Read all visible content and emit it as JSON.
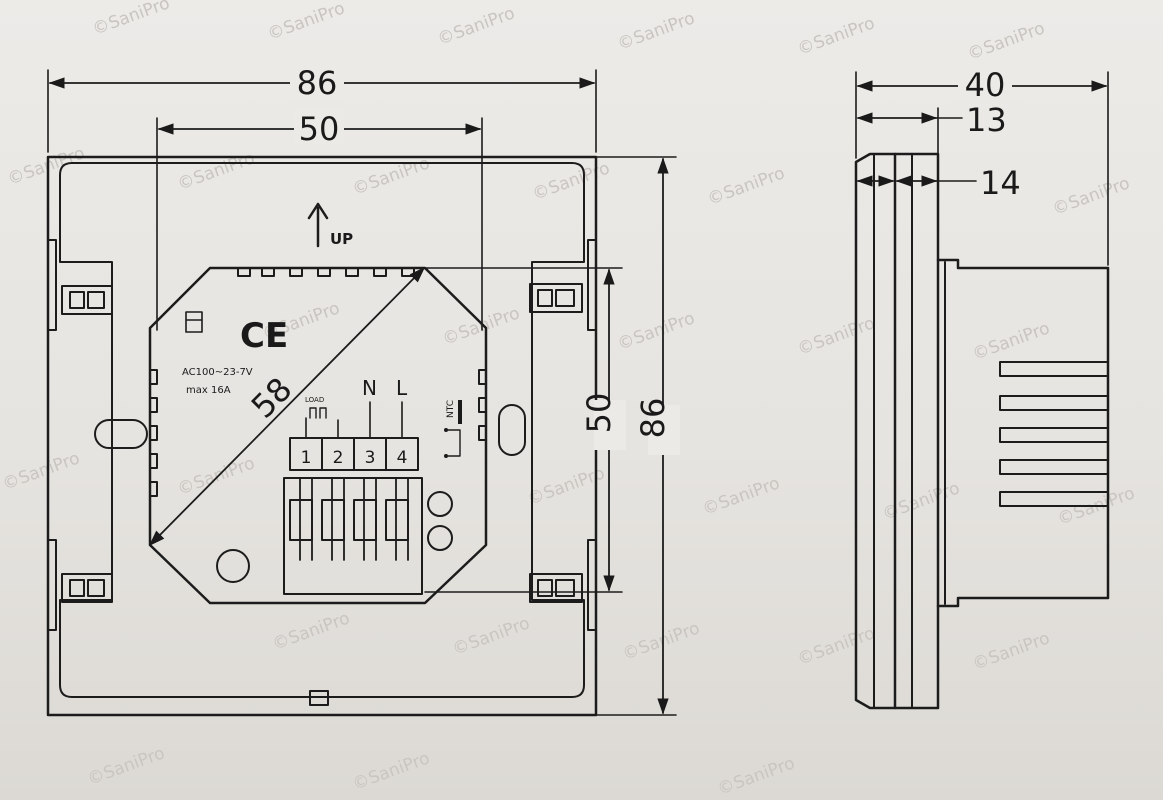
{
  "watermark": "©SaniPro",
  "front_view": {
    "width": "86",
    "inner_width": "50",
    "height": "86",
    "inner_height": "50",
    "diagonal": "58",
    "up_label": "UP",
    "ce_mark": "CE",
    "ratings_line1": "AC100~23-7V",
    "ratings_line2": "max 16A",
    "ntc_label": "NTC",
    "n_label": "N",
    "l_label": "L",
    "load_label": "LOAD",
    "terminals": [
      "1",
      "2",
      "3",
      "4"
    ]
  },
  "side_view": {
    "depth": "40",
    "front_depth": "13",
    "plate_depth": "14"
  }
}
